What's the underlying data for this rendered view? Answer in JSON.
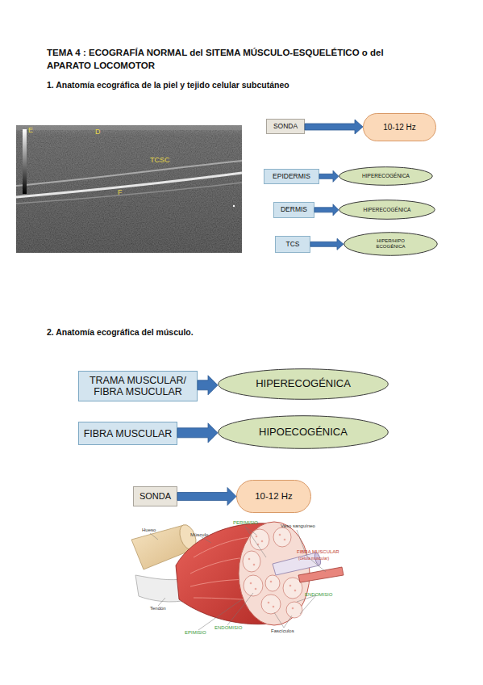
{
  "diagram": {
    "title": "TEMA 4 : ECOGRAFÍA NORMAL del SITEMA MÚSCULO-ESQUELÉTICO o del APARATO LOCOMOTOR",
    "nodes": [
      {
        "text": [
          "SONDA"
        ]
      },
      {
        "text": [
          "10-12 Hz"
        ]
      },
      {
        "text": [
          "EPIDERMIS"
        ]
      },
      {
        "text": [
          "HIPERECOGÉNICA"
        ]
      },
      {
        "text": [
          "DERMIS"
        ]
      },
      {
        "text": [
          "HIPERECOGÉNICA"
        ]
      },
      {
        "text": [
          "TCS"
        ]
      },
      {
        "text": [
          "HIPER/HIPO ECOGÉNICA"
        ]
      },
      {
        "text": [
          "TRAMA MUSCULAR/ FIBRA MSUCULAR"
        ]
      },
      {
        "text": [
          "HIPERECOGÉNICA"
        ]
      },
      {
        "text": [
          "FIBRA MUSCULAR"
        ]
      },
      {
        "text": [
          "HIPOECOGÉNICA"
        ]
      },
      {
        "text": [
          "SONDA"
        ]
      },
      {
        "text": [
          "10-12 Hz"
        ]
      }
    ],
    "edges": [
      {
        "from": 0,
        "to": 1,
        "arrow": "to"
      },
      {
        "from": 2,
        "to": 3,
        "arrow": "to"
      },
      {
        "from": 4,
        "to": 5,
        "arrow": "to"
      },
      {
        "from": 6,
        "to": 7,
        "arrow": "to"
      },
      {
        "from": 8,
        "to": 9,
        "arrow": "to"
      },
      {
        "from": 10,
        "to": 11,
        "arrow": "to"
      },
      {
        "from": 12,
        "to": 13,
        "arrow": "to"
      }
    ],
    "labels": [
      "1.  Anatomía ecográfica de la piel y tejido celular subcutáneo",
      "E",
      "D",
      "TCSC",
      "F",
      "2.  Anatomía ecográfica del músculo.",
      "Hueso",
      "Músculo",
      "PERIMISIO",
      "Vaso sanguíneo",
      "FIBRA MUSCULAR",
      "(célula muscular)",
      "ENDOMISIO",
      "Tendón",
      "EPIMISIO",
      "ENDOMISIO",
      "Fascículos"
    ]
  }
}
